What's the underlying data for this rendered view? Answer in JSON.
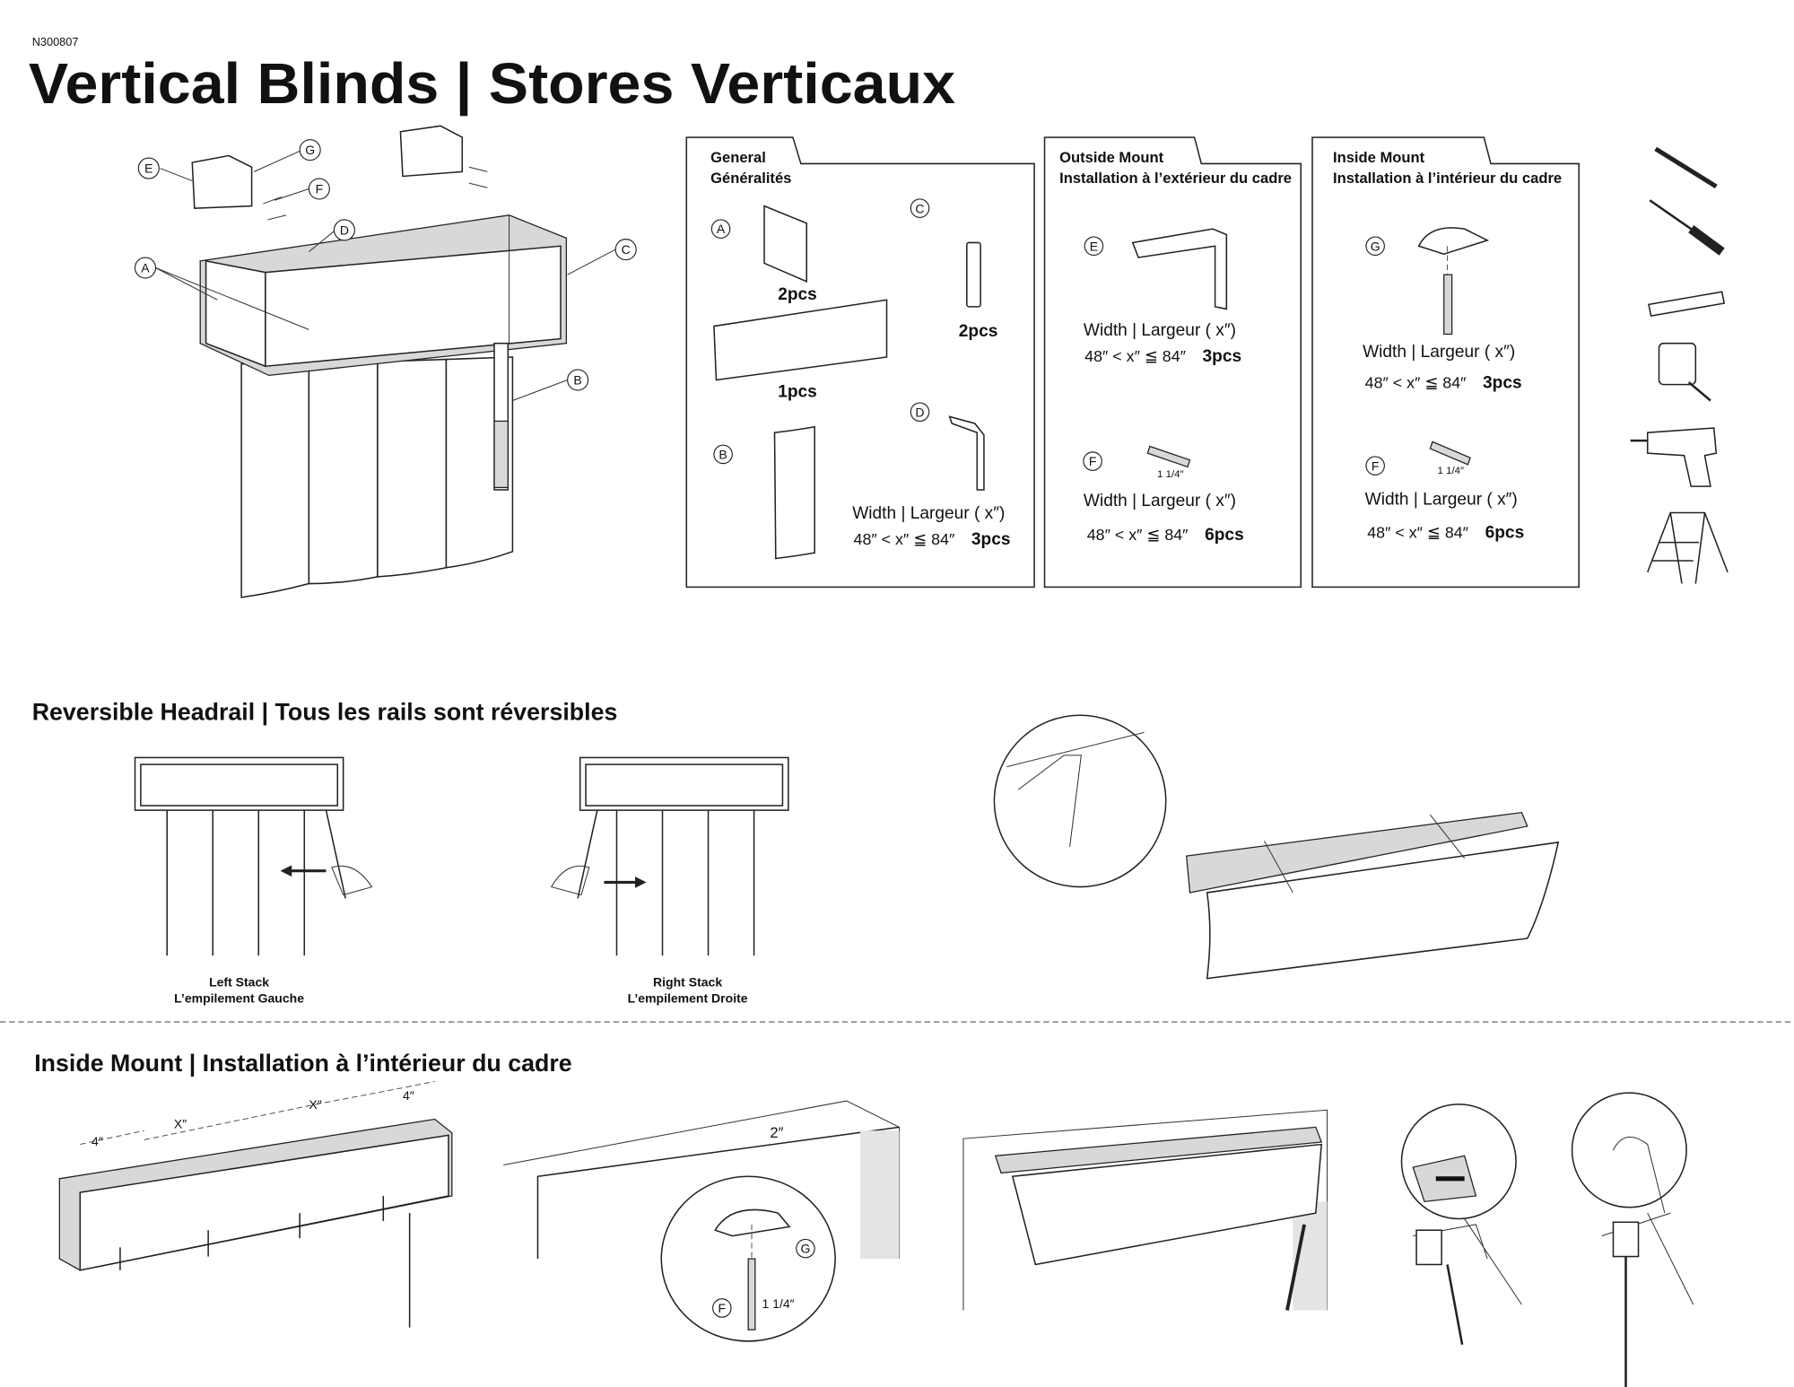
{
  "doc_code": "N300807",
  "title": "Vertical Blinds | Stores Verticaux",
  "parts_labels": {
    "A": "A",
    "B": "B",
    "C": "C",
    "D": "D",
    "E": "E",
    "F": "F",
    "G": "G"
  },
  "panels": {
    "general": {
      "title_en": "General",
      "title_fr": "Généralités",
      "qty_a": "2pcs",
      "qty_c": "2pcs",
      "qty_rail": "1pcs",
      "width_label": "Width | Largeur ( x″)",
      "range": "48″ < x″ ≦ 84″",
      "qty_d": "3pcs"
    },
    "outside": {
      "title_en": "Outside Mount",
      "title_fr": "Installation à l’extérieur du cadre",
      "width_label_e": "Width | Largeur ( x″)",
      "range_e": "48″ < x″ ≦ 84″",
      "qty_e": "3pcs",
      "screw_size": "1 1/4″",
      "width_label_f": "Width | Largeur ( x″)",
      "range_f": "48″ < x″ ≦ 84″",
      "qty_f": "6pcs"
    },
    "inside": {
      "title_en": "Inside Mount",
      "title_fr": "Installation à l’intérieur du cadre",
      "width_label_g": "Width | Largeur ( x″)",
      "range_g": "48″ < x″ ≦ 84″",
      "qty_g": "3pcs",
      "screw_size": "1 1/4″",
      "width_label_f": "Width | Largeur ( x″)",
      "range_f": "48″ < x″ ≦ 84″",
      "qty_f": "6pcs"
    }
  },
  "tools": [
    "pencil-icon",
    "screwdriver-icon",
    "level-icon",
    "tape-measure-icon",
    "drill-icon",
    "step-ladder-icon"
  ],
  "reversible": {
    "heading": "Reversible Headrail | Tous les rails sont réversibles",
    "left_en": "Left Stack",
    "left_fr": "L’empilement Gauche",
    "right_en": "Right Stack",
    "right_fr": "L’empilement Droite"
  },
  "inside_mount": {
    "heading": "Inside Mount | Installation à l’intérieur du cadre",
    "dim_end": "4″",
    "dim_x": "X″",
    "dim_offset": "2″",
    "screw_size": "1 1/4″"
  }
}
